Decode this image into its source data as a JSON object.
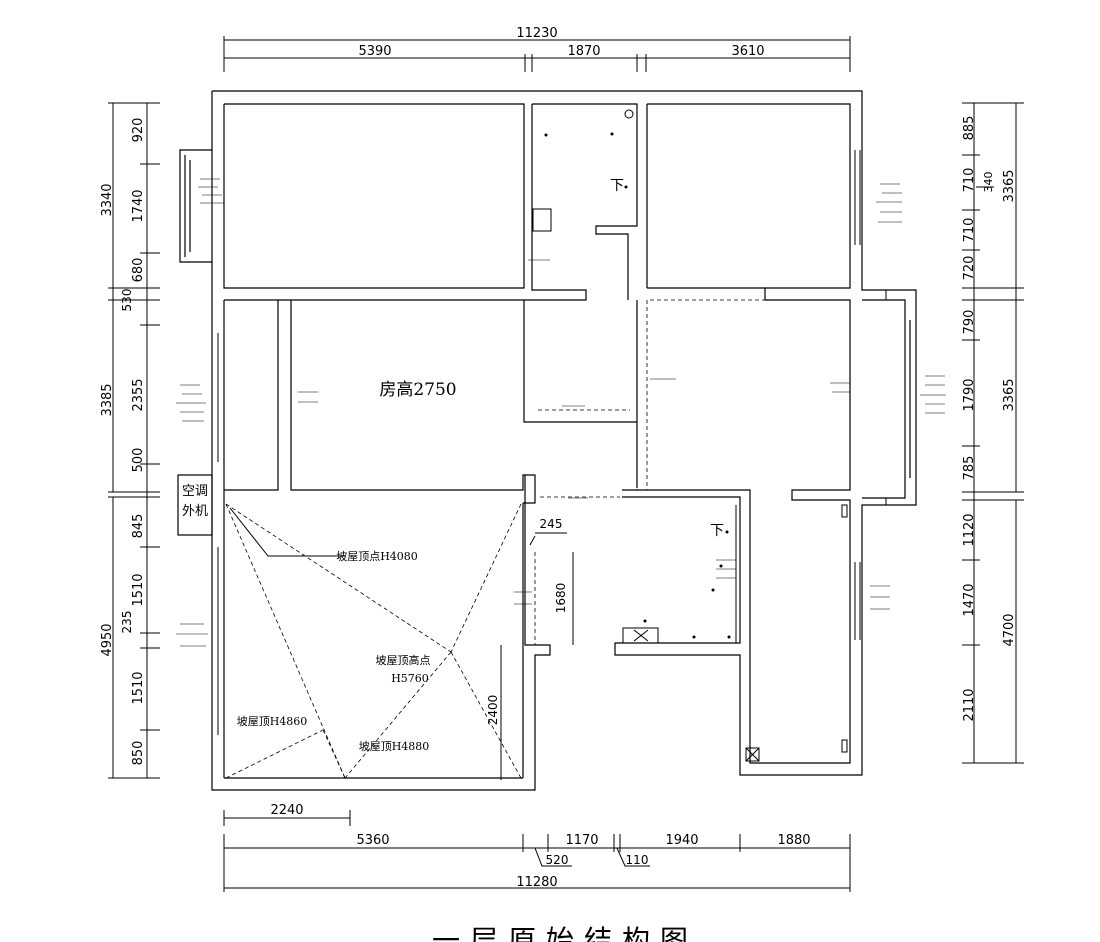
{
  "dimensions": {
    "top_total": "11230",
    "top_segments": [
      "5390",
      "1870",
      "3610"
    ],
    "bottom_total": "11280",
    "bottom_segments": [
      "5360",
      "1170",
      "1940",
      "1880"
    ],
    "bottom_small": [
      "520",
      "110"
    ],
    "bottom_inner": "2240",
    "left_totals": [
      "3340",
      "3385",
      "4950"
    ],
    "left_segments": [
      "920",
      "1740",
      "680",
      "530",
      "2355",
      "500",
      "845",
      "1510",
      "235",
      "1510",
      "850"
    ],
    "right_totals": [
      "3365",
      "3365",
      "4700"
    ],
    "right_segments": [
      "885",
      "710",
      "710",
      "720",
      "790",
      "1790",
      "785",
      "1120",
      "1470",
      "2110"
    ],
    "right_small": "340",
    "inner": {
      "d245": "245",
      "d1680": "1680",
      "d2400": "2400"
    }
  },
  "labels": {
    "room_height": "房高2750",
    "ac_unit_line1": "空调",
    "ac_unit_line2": "外机",
    "roof_ridge_mid": "坡屋顶点H4080",
    "roof_peak_line1": "坡屋顶高点",
    "roof_peak_line2": "H5760",
    "roof_left": "坡屋顶H4860",
    "roof_right": "坡屋顶H4880",
    "down_1": "下",
    "down_2": "下",
    "title": "一层原始结构图"
  },
  "colors": {
    "line": "#000000",
    "background": "#ffffff"
  }
}
